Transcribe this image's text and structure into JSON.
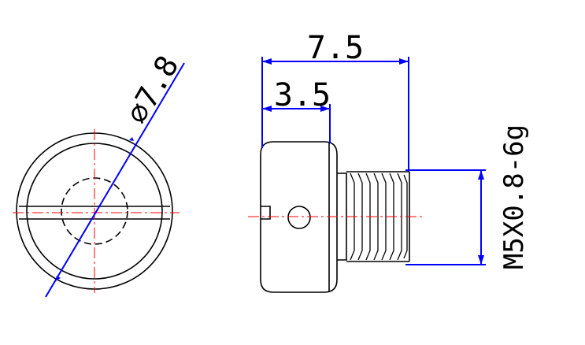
{
  "colors": {
    "outline": "#000000",
    "dimension": "#0000ff",
    "centerline": "#ff0000",
    "background": "#ffffff"
  },
  "dimensions": {
    "diameter": "⌀7.8",
    "overall_length": "7.5",
    "head_length": "3.5",
    "thread": "M5X0.8-6g"
  }
}
